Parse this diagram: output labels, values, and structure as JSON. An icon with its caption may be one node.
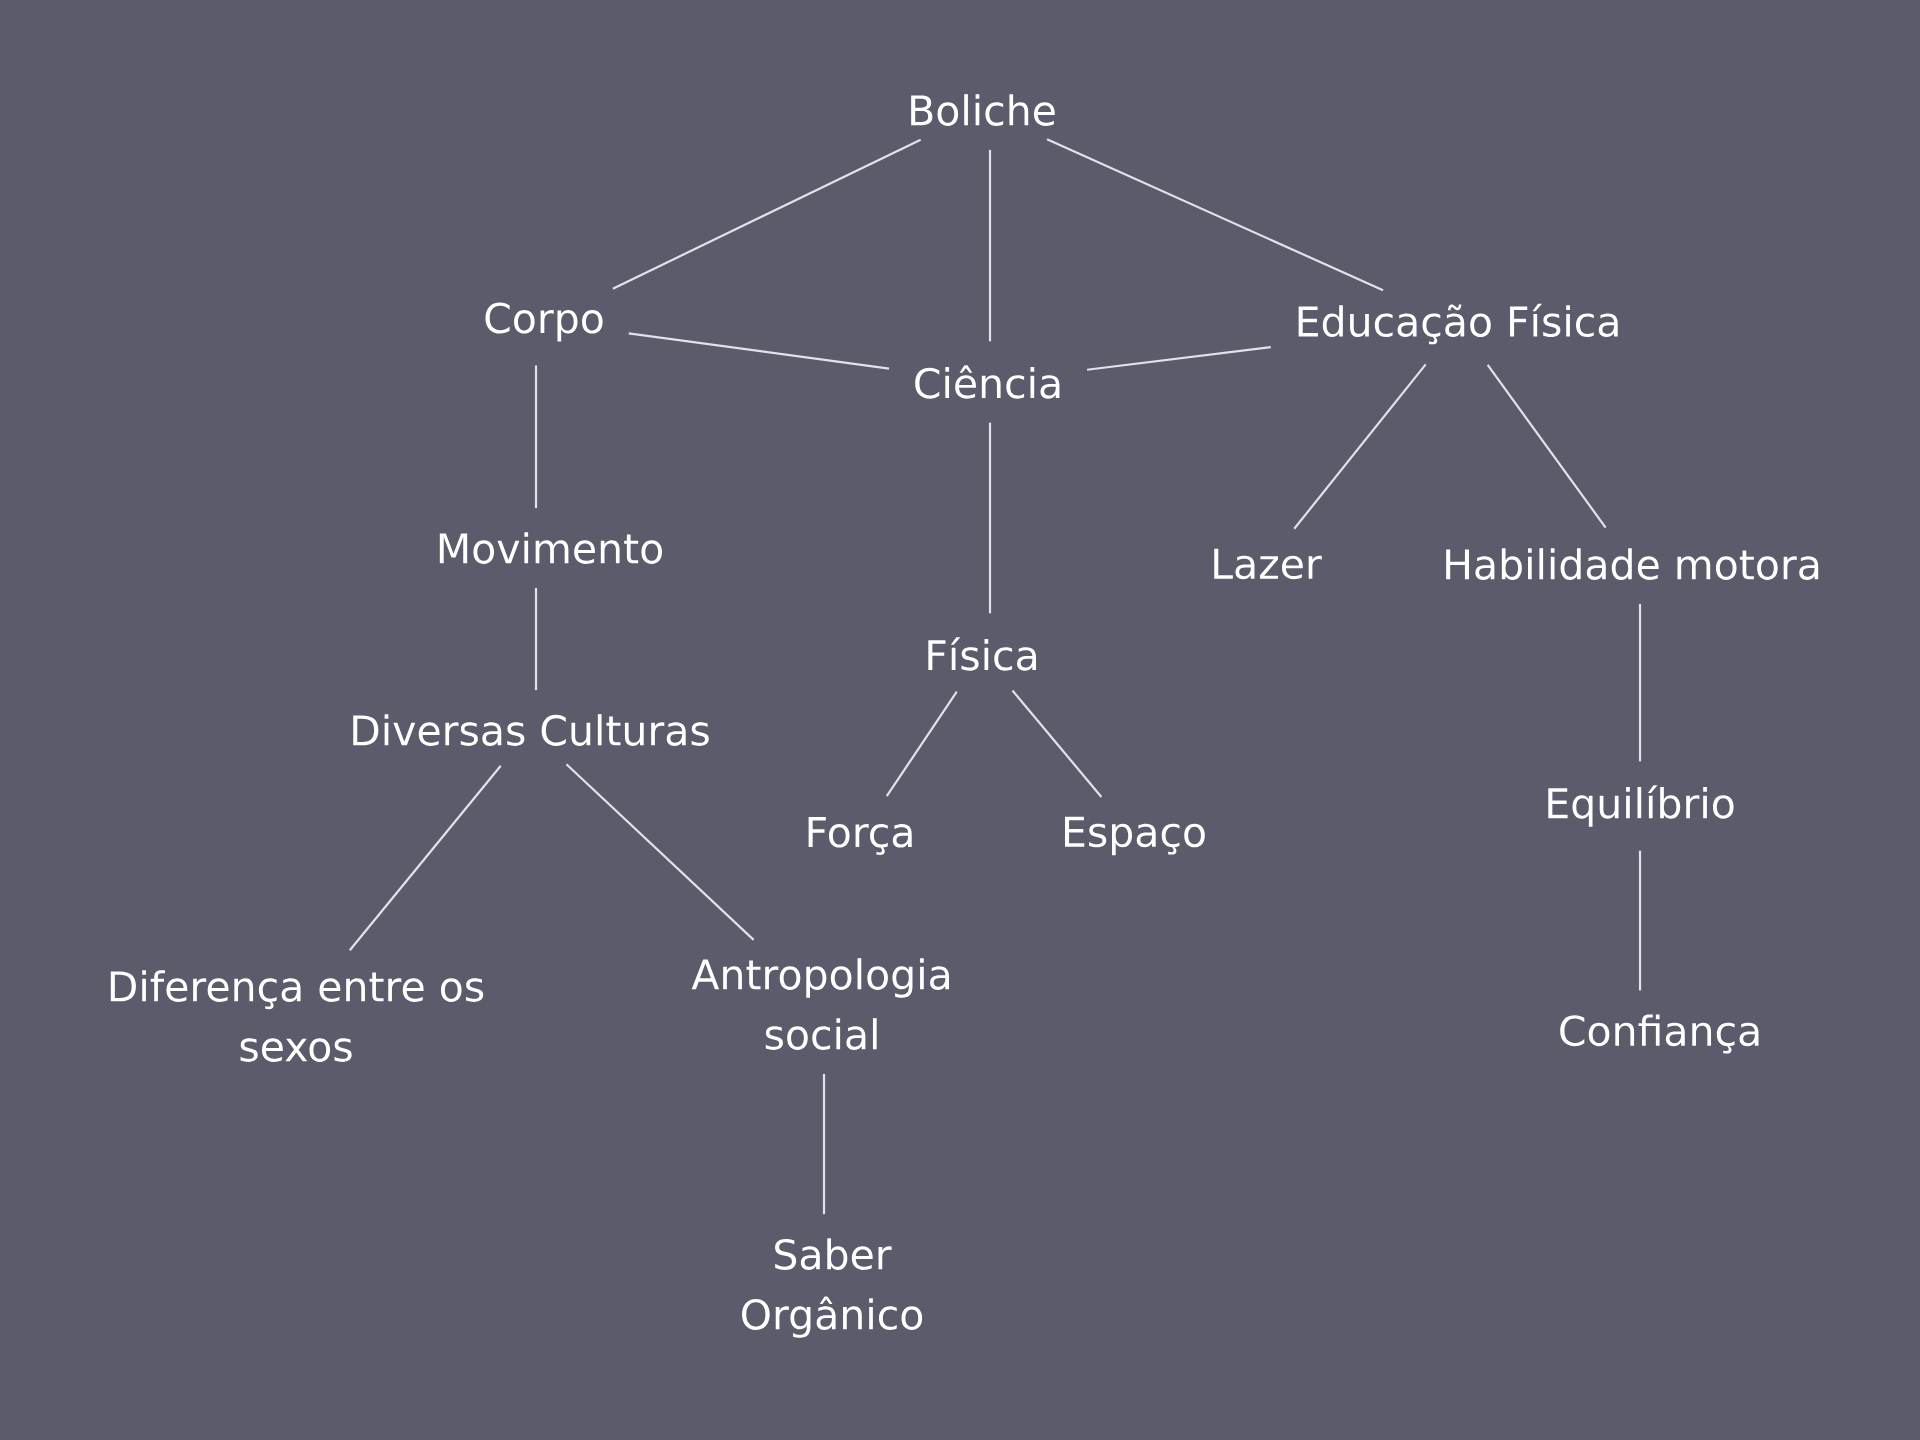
{
  "diagram": {
    "nodes": [
      {
        "text": [
          "Boliche"
        ]
      },
      {
        "text": [
          "Corpo"
        ]
      },
      {
        "text": [
          "Ciência"
        ]
      },
      {
        "text": [
          "Educação Física"
        ]
      },
      {
        "text": [
          "Movimento"
        ]
      },
      {
        "text": [
          "Lazer"
        ]
      },
      {
        "text": [
          "Habilidade motora"
        ]
      },
      {
        "text": [
          "Física"
        ]
      },
      {
        "text": [
          "Diversas Culturas"
        ]
      },
      {
        "text": [
          "Força"
        ]
      },
      {
        "text": [
          "Espaço"
        ]
      },
      {
        "text": [
          "Equilíbrio"
        ]
      },
      {
        "text": [
          "Diferença entre os sexos"
        ]
      },
      {
        "text": [
          "Antropologia social"
        ]
      },
      {
        "text": [
          "Confiança"
        ]
      },
      {
        "text": [
          "Saber Orgânico"
        ]
      }
    ],
    "edges": [
      {
        "from": 0,
        "to": 1,
        "arrow": "none"
      },
      {
        "from": 0,
        "to": 2,
        "arrow": "none"
      },
      {
        "from": 0,
        "to": 3,
        "arrow": "none"
      },
      {
        "from": 1,
        "to": 2,
        "arrow": "none"
      },
      {
        "from": 2,
        "to": 3,
        "arrow": "none"
      },
      {
        "from": 1,
        "to": 4,
        "arrow": "none"
      },
      {
        "from": 2,
        "to": 7,
        "arrow": "none"
      },
      {
        "from": 3,
        "to": 5,
        "arrow": "none"
      },
      {
        "from": 3,
        "to": 6,
        "arrow": "none"
      },
      {
        "from": 4,
        "to": 8,
        "arrow": "none"
      },
      {
        "from": 7,
        "to": 9,
        "arrow": "none"
      },
      {
        "from": 7,
        "to": 10,
        "arrow": "none"
      },
      {
        "from": 6,
        "to": 11,
        "arrow": "none"
      },
      {
        "from": 8,
        "to": 12,
        "arrow": "none"
      },
      {
        "from": 8,
        "to": 13,
        "arrow": "none"
      },
      {
        "from": 11,
        "to": 14,
        "arrow": "none"
      },
      {
        "from": 13,
        "to": 15,
        "arrow": "none"
      }
    ]
  }
}
